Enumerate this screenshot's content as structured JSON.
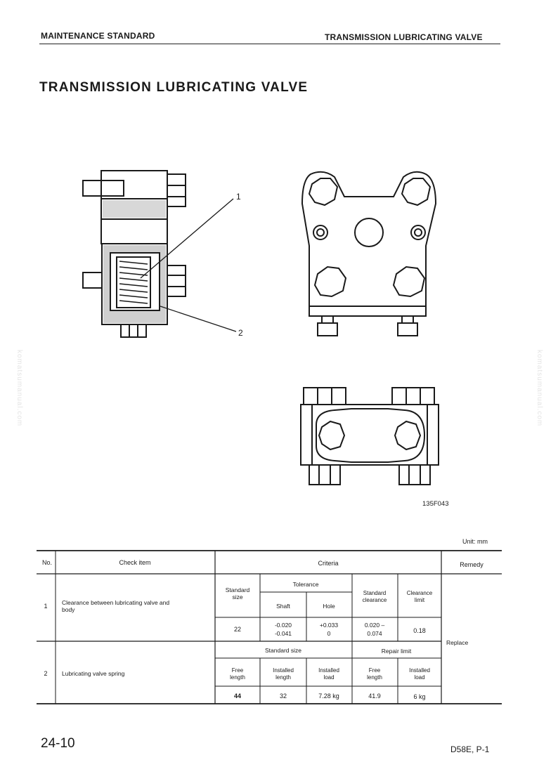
{
  "header": {
    "left": "MAINTENANCE STANDARD",
    "right": "TRANSMISSION LUBRICATING VALVE"
  },
  "title": "TRANSMISSION LUBRICATING VALVE",
  "figure": {
    "callouts": [
      "1",
      "2"
    ],
    "code": "135F043"
  },
  "unit": "Unit: mm",
  "table": {
    "headers": {
      "no": "No.",
      "check_item": "Check item",
      "criteria": "Criteria",
      "remedy": "Remedy"
    },
    "row1": {
      "no": "1",
      "item": "Clearance between lubricating valve and body",
      "standard_size_hdr": "Standard size",
      "tolerance_hdr": "Tolerance",
      "shaft_hdr": "Shaft",
      "hole_hdr": "Hole",
      "std_clearance_hdr": "Standard clearance",
      "clearance_limit_hdr": "Clearance limit",
      "standard_size": "22",
      "shaft": [
        "-0.020",
        "-0.041"
      ],
      "hole": [
        "+0.033",
        "0"
      ],
      "std_clearance": [
        "0.020 –",
        "0.074"
      ],
      "clearance_limit": "0.18"
    },
    "row2": {
      "no": "2",
      "item": "Lubricating valve spring",
      "standard_size_hdr": "Standard size",
      "repair_limit_hdr": "Repair limit",
      "free_length_hdr": "Free length",
      "installed_length_hdr": "Installed length",
      "installed_load_hdr": "Installed load",
      "free_length_hdr2": "Free length",
      "installed_load_hdr2": "Installed load",
      "free_length": "44",
      "installed_length": "32",
      "installed_load": "7.28 kg",
      "limit_free_length": "41.9",
      "limit_installed_load": "6 kg"
    },
    "remedy": "Replace"
  },
  "footer": {
    "page": "24-10",
    "model": "D58E, P-1"
  },
  "watermark": "komatsumanual.com"
}
